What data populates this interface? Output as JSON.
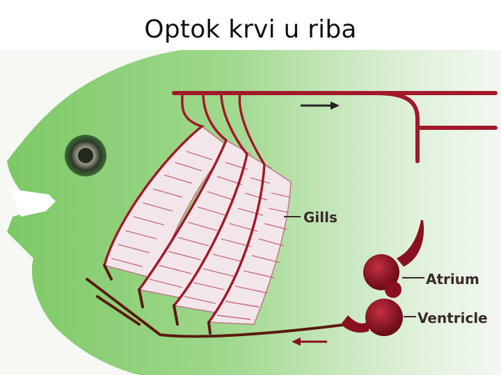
{
  "title": "Optok krvi u riba",
  "labels": {
    "gills": "Gills",
    "atrium": "Atrium",
    "ventricle": "Ventricle"
  },
  "colors": {
    "fish_body": "#8fd07a",
    "vessel": "#a2182a",
    "heart": "#8a1020",
    "label_text": "#3a2a2a"
  },
  "icons": {
    "arrow_top": "arrow-right-icon",
    "arrow_bottom": "arrow-left-icon"
  }
}
